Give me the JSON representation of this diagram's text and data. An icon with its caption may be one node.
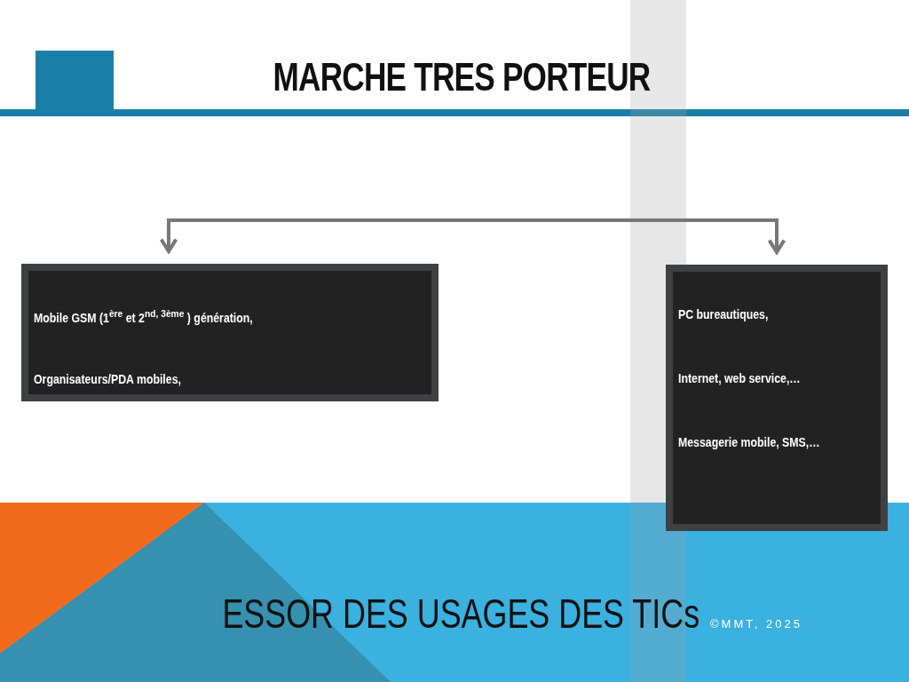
{
  "diagram": {
    "title": "MARCHE TRES PORTEUR",
    "nodes": [
      {
        "text": [
          "Mobile GSM (1$^{ère}$ et 2$^{nd, 3ème}$ ) génération,",
          "Organisateurs/PDA mobiles,"
        ]
      },
      {
        "text": [
          "PC bureautiques,",
          "Internet, web service,…",
          "Messagerie mobile, SMS,…"
        ]
      }
    ],
    "edges": [
      {
        "from": 0,
        "to": 1,
        "arrow": "both"
      }
    ],
    "labels": [
      "ESSOR DES USAGES DES TICs",
      "©MMT, 2025"
    ]
  }
}
